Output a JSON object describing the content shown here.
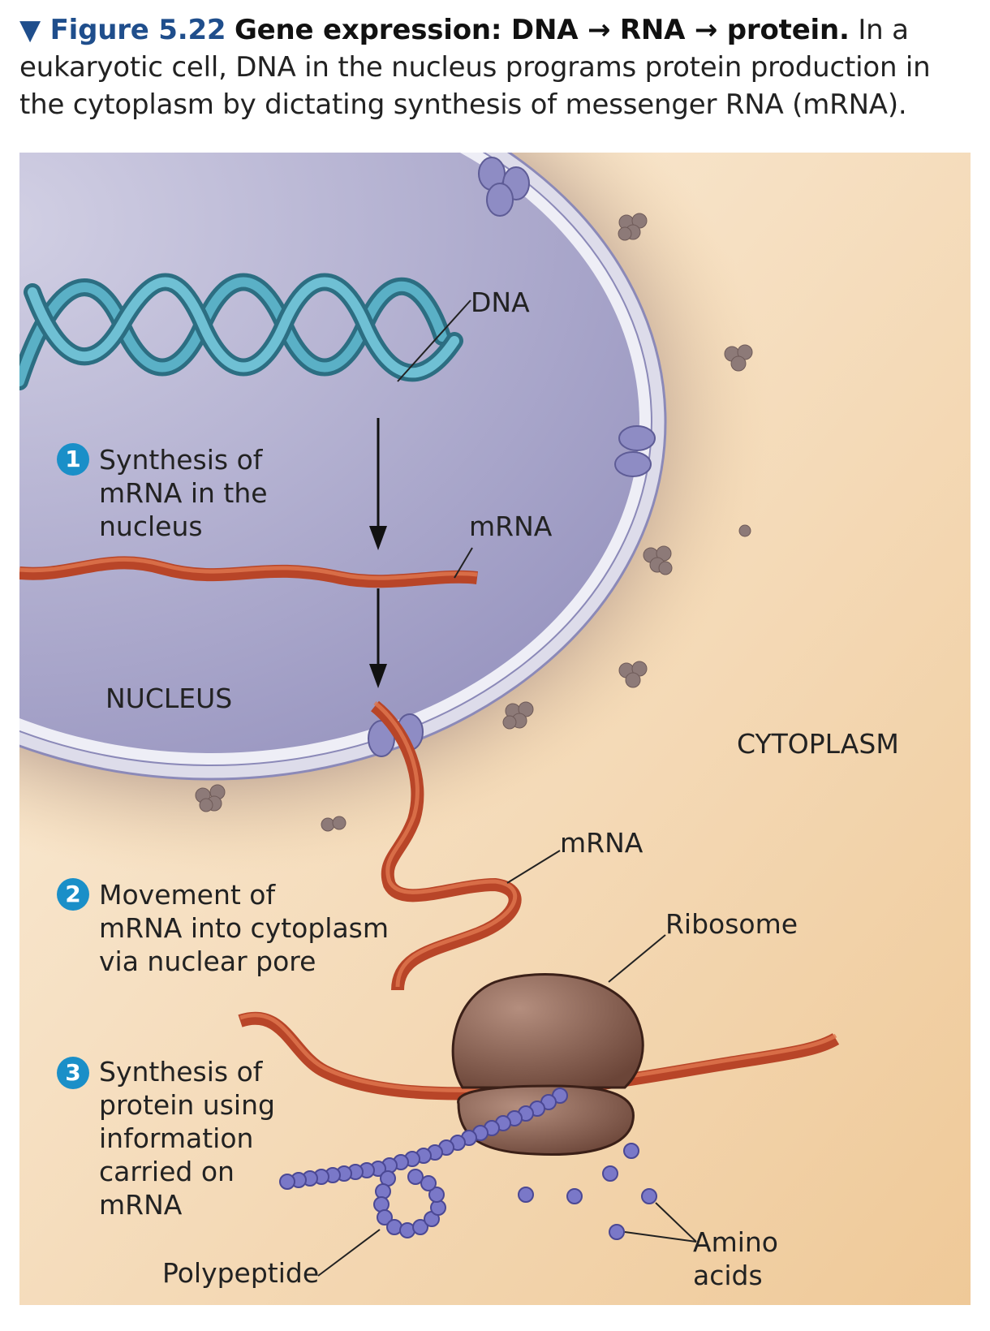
{
  "caption": {
    "figure_number": "▼ Figure 5.22",
    "title": "Gene expression: DNA → RNA → protein.",
    "text": "In a eukaryotic cell, DNA in the nucleus programs protein production in the cytoplasm by dictating synthesis of messenger RNA (mRNA)."
  },
  "labels": {
    "dna": "DNA",
    "mrna_nucleus": "mRNA",
    "mrna_cytoplasm": "mRNA",
    "nucleus": "NUCLEUS",
    "cytoplasm": "CYTOPLASM",
    "ribosome": "Ribosome",
    "polypeptide": "Polypeptide",
    "amino_acids": "Amino\nacids"
  },
  "steps": [
    {
      "number": "1",
      "text": "Synthesis of\nmRNA in the\nnucleus"
    },
    {
      "number": "2",
      "text": "Movement of\nmRNA into cytoplasm\nvia nuclear pore"
    },
    {
      "number": "3",
      "text": "Synthesis of\nprotein using\ninformation\ncarried on\nmRNA"
    }
  ],
  "colors": {
    "cytoplasm": "#f3d4a8",
    "nucleus": "#a9a8cc",
    "dna": "#3f8fa5",
    "mrna": "#c9502f",
    "ribosome": "#8a6454",
    "amino_acid": "#7a78c8",
    "badge": "#1a8fc8"
  }
}
